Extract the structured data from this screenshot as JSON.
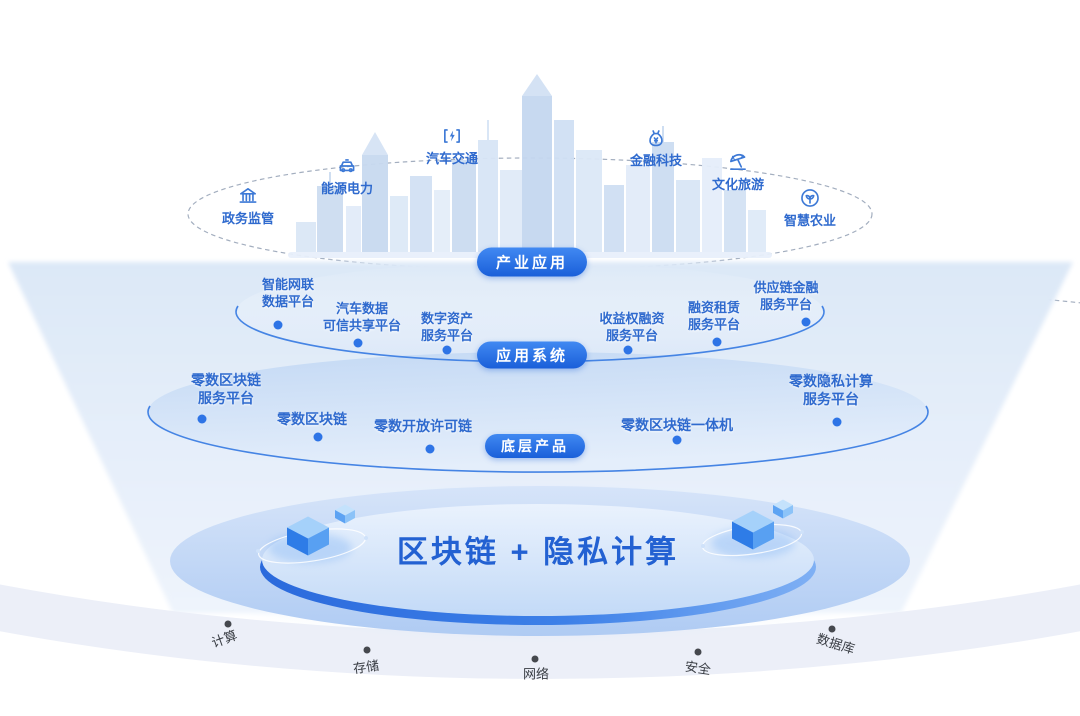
{
  "diagram": {
    "platform_title": "区块链 + 隐私计算",
    "layers": {
      "industry": {
        "pill": "产业应用",
        "items": [
          {
            "label": "政务监管",
            "icon": "government-icon"
          },
          {
            "label": "能源电力",
            "icon": "electric-car-icon"
          },
          {
            "label": "汽车交通",
            "icon": "charging-icon"
          },
          {
            "label": "金融科技",
            "icon": "moneybag-icon"
          },
          {
            "label": "文化旅游",
            "icon": "umbrella-icon"
          },
          {
            "label": "智慧农业",
            "icon": "sprout-icon"
          }
        ]
      },
      "application": {
        "pill": "应用系统",
        "items": [
          {
            "label": "智能网联\n数据平台"
          },
          {
            "label": "汽车数据\n可信共享平台"
          },
          {
            "label": "数字资产\n服务平台"
          },
          {
            "label": "收益权融资\n服务平台"
          },
          {
            "label": "融资租赁\n服务平台"
          },
          {
            "label": "供应链金融\n服务平台"
          }
        ]
      },
      "product": {
        "pill": "底层产品",
        "items": [
          {
            "label": "零数区块链\n服务平台"
          },
          {
            "label": "零数区块链"
          },
          {
            "label": "零数开放许可链"
          },
          {
            "label": "零数区块链一体机"
          },
          {
            "label": "零数隐私计算\n服务平台"
          }
        ]
      },
      "infrastructure": {
        "items": [
          {
            "label": "计算"
          },
          {
            "label": "存储"
          },
          {
            "label": "网络"
          },
          {
            "label": "安全"
          },
          {
            "label": "数据库"
          }
        ]
      }
    },
    "colors": {
      "accent_blue": "#2361d2",
      "pill_blue": "#1a5fd9",
      "dot_blue": "#2e74e6",
      "dash_gray": "#a3aebf",
      "infra_dot": "#45484e"
    }
  }
}
